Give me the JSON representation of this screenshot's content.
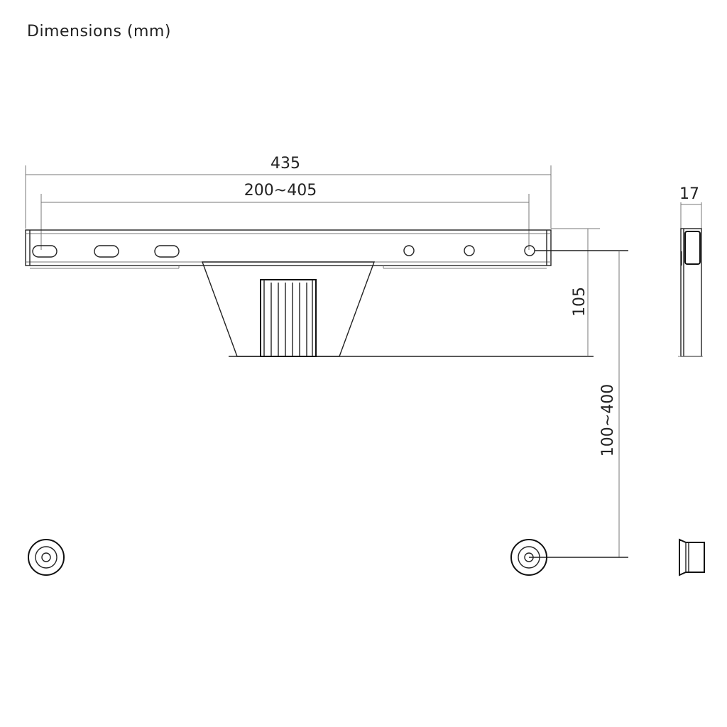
{
  "title": "Dimensions (mm)",
  "dimensions": {
    "overall_width": "435",
    "adjustable_span": "200~405",
    "bracket_height": "105",
    "vertical_range": "100~400",
    "depth": "17"
  }
}
